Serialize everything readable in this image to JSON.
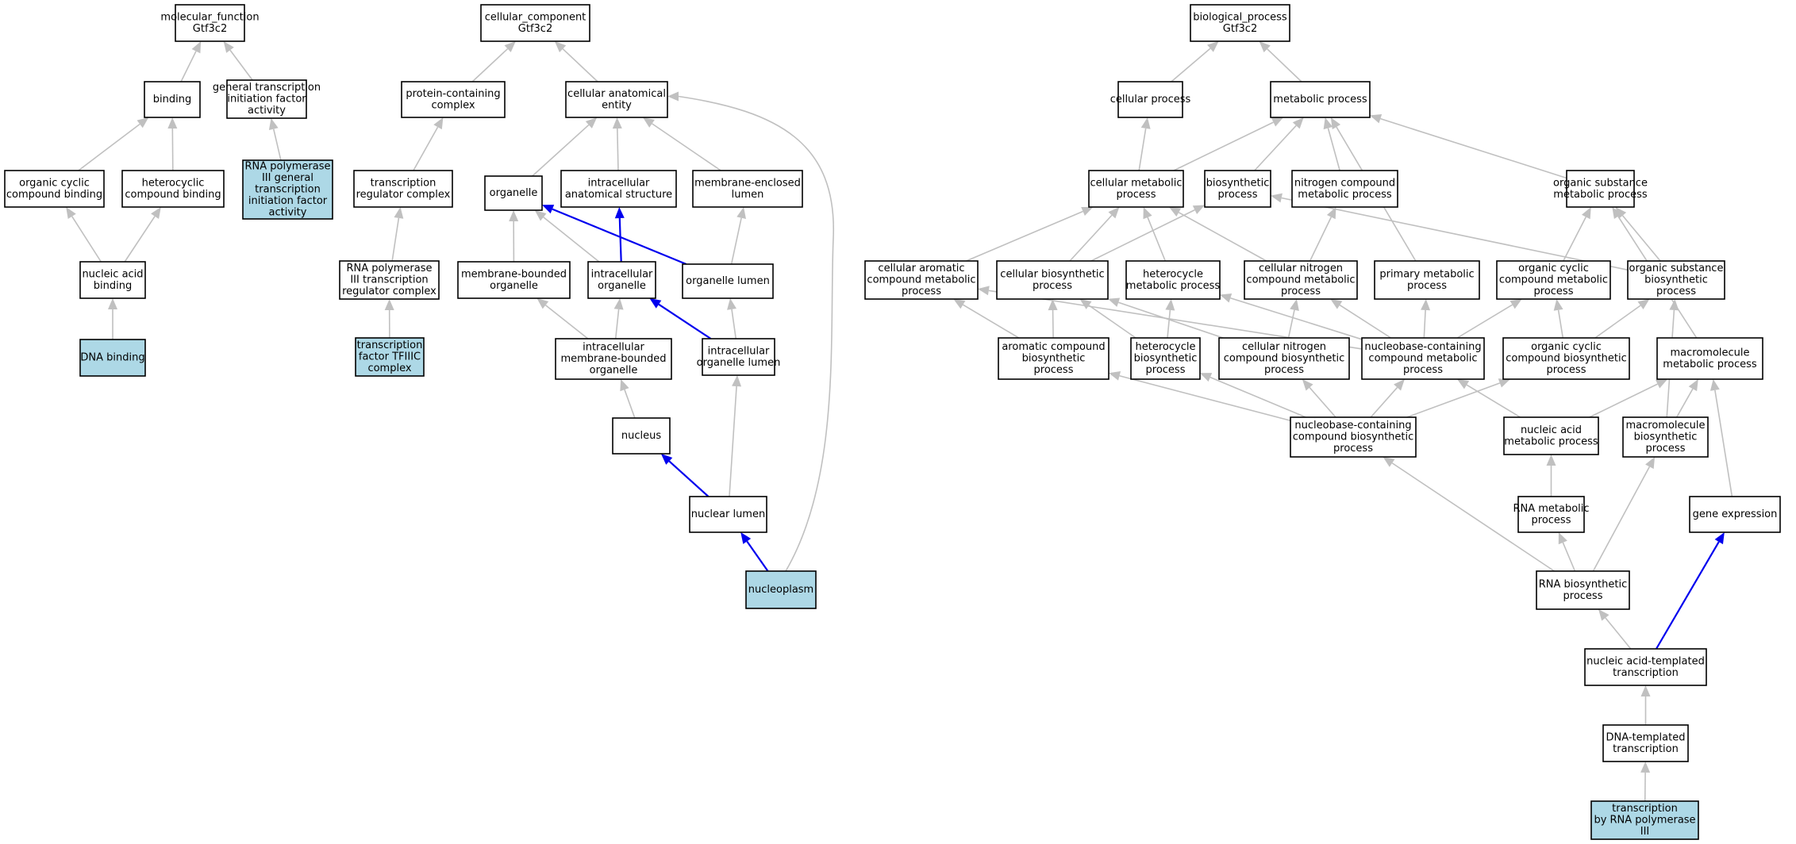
{
  "colors": {
    "node_border": "#000000",
    "node_fill": "#ffffff",
    "highlight_fill": "#add8e6",
    "edge": "#c0c0c0",
    "highlight_edge": "#0000ee"
  },
  "nodes": [
    {
      "id": "mf",
      "label": [
        "molecular_function",
        "Gtf3c2"
      ]
    },
    {
      "id": "binding",
      "label": [
        "binding"
      ]
    },
    {
      "id": "gtifa",
      "label": [
        "general transcription",
        "initiation factor",
        "activity"
      ]
    },
    {
      "id": "ocb",
      "label": [
        "organic cyclic",
        "compound binding"
      ]
    },
    {
      "id": "hcb",
      "label": [
        "heterocyclic",
        "compound binding"
      ]
    },
    {
      "id": "rnap3gtifa",
      "label": [
        "RNA polymerase",
        "III general",
        "transcription",
        "initiation factor",
        "activity"
      ],
      "highlight": true
    },
    {
      "id": "nab",
      "label": [
        "nucleic acid",
        "binding"
      ]
    },
    {
      "id": "dnab",
      "label": [
        "DNA binding"
      ],
      "highlight": true
    },
    {
      "id": "cc",
      "label": [
        "cellular_component",
        "Gtf3c2"
      ]
    },
    {
      "id": "pcc",
      "label": [
        "protein-containing",
        "complex"
      ]
    },
    {
      "id": "cae",
      "label": [
        "cellular anatomical",
        "entity"
      ]
    },
    {
      "id": "trc",
      "label": [
        "transcription",
        "regulator complex"
      ]
    },
    {
      "id": "organelle",
      "label": [
        "organelle"
      ]
    },
    {
      "id": "ias",
      "label": [
        "intracellular",
        "anatomical structure"
      ]
    },
    {
      "id": "mel",
      "label": [
        "membrane-enclosed",
        "lumen"
      ]
    },
    {
      "id": "rnap3trc",
      "label": [
        "RNA polymerase",
        "III transcription",
        "regulator complex"
      ]
    },
    {
      "id": "mbo",
      "label": [
        "membrane-bounded",
        "organelle"
      ]
    },
    {
      "id": "io",
      "label": [
        "intracellular",
        "organelle"
      ]
    },
    {
      "id": "ol",
      "label": [
        "organelle lumen"
      ]
    },
    {
      "id": "tf3c",
      "label": [
        "transcription",
        "factor TFIIIC",
        "complex"
      ],
      "highlight": true
    },
    {
      "id": "imbo",
      "label": [
        "intracellular",
        "membrane-bounded",
        "organelle"
      ]
    },
    {
      "id": "iol",
      "label": [
        "intracellular",
        "organelle lumen"
      ]
    },
    {
      "id": "nucleus",
      "label": [
        "nucleus"
      ]
    },
    {
      "id": "nl",
      "label": [
        "nuclear lumen"
      ]
    },
    {
      "id": "np",
      "label": [
        "nucleoplasm"
      ],
      "highlight": true
    },
    {
      "id": "bp",
      "label": [
        "biological_process",
        "Gtf3c2"
      ]
    },
    {
      "id": "cp",
      "label": [
        "cellular process"
      ]
    },
    {
      "id": "mp",
      "label": [
        "metabolic process"
      ]
    },
    {
      "id": "cmp",
      "label": [
        "cellular metabolic",
        "process"
      ]
    },
    {
      "id": "biosyn",
      "label": [
        "biosynthetic",
        "process"
      ]
    },
    {
      "id": "ncmp",
      "label": [
        "nitrogen compound",
        "metabolic process"
      ]
    },
    {
      "id": "osmp",
      "label": [
        "organic substance",
        "metabolic process"
      ]
    },
    {
      "id": "cacmp",
      "label": [
        "cellular aromatic",
        "compound metabolic",
        "process"
      ]
    },
    {
      "id": "cbp",
      "label": [
        "cellular biosynthetic",
        "process"
      ]
    },
    {
      "id": "hmp",
      "label": [
        "heterocycle",
        "metabolic process"
      ]
    },
    {
      "id": "cncmp",
      "label": [
        "cellular nitrogen",
        "compound metabolic",
        "process"
      ]
    },
    {
      "id": "pmp",
      "label": [
        "primary metabolic",
        "process"
      ]
    },
    {
      "id": "occmp",
      "label": [
        "organic cyclic",
        "compound metabolic",
        "process"
      ]
    },
    {
      "id": "osbp",
      "label": [
        "organic substance",
        "biosynthetic",
        "process"
      ]
    },
    {
      "id": "acbp",
      "label": [
        "aromatic compound",
        "biosynthetic",
        "process"
      ]
    },
    {
      "id": "hbp",
      "label": [
        "heterocycle",
        "biosynthetic",
        "process"
      ]
    },
    {
      "id": "cncbp",
      "label": [
        "cellular nitrogen",
        "compound biosynthetic",
        "process"
      ]
    },
    {
      "id": "nbccmp",
      "label": [
        "nucleobase-containing",
        "compound metabolic",
        "process"
      ]
    },
    {
      "id": "occbp",
      "label": [
        "organic cyclic",
        "compound biosynthetic",
        "process"
      ]
    },
    {
      "id": "mmp",
      "label": [
        "macromolecule",
        "metabolic process"
      ]
    },
    {
      "id": "nbccbp",
      "label": [
        "nucleobase-containing",
        "compound biosynthetic",
        "process"
      ]
    },
    {
      "id": "namp",
      "label": [
        "nucleic acid",
        "metabolic process"
      ]
    },
    {
      "id": "mbp",
      "label": [
        "macromolecule",
        "biosynthetic",
        "process"
      ]
    },
    {
      "id": "rnamp",
      "label": [
        "RNA metabolic",
        "process"
      ]
    },
    {
      "id": "ge",
      "label": [
        "gene expression"
      ]
    },
    {
      "id": "rnabp",
      "label": [
        "RNA biosynthetic",
        "process"
      ]
    },
    {
      "id": "natt",
      "label": [
        "nucleic acid-templated",
        "transcription"
      ]
    },
    {
      "id": "dtt",
      "label": [
        "DNA-templated",
        "transcription"
      ]
    },
    {
      "id": "trp3",
      "label": [
        "transcription",
        "by RNA polymerase",
        "III"
      ],
      "highlight": true
    }
  ],
  "edges": [
    {
      "from": "binding",
      "to": "mf"
    },
    {
      "from": "gtifa",
      "to": "mf"
    },
    {
      "from": "ocb",
      "to": "binding"
    },
    {
      "from": "hcb",
      "to": "binding"
    },
    {
      "from": "rnap3gtifa",
      "to": "gtifa"
    },
    {
      "from": "nab",
      "to": "ocb"
    },
    {
      "from": "nab",
      "to": "hcb"
    },
    {
      "from": "dnab",
      "to": "nab"
    },
    {
      "from": "pcc",
      "to": "cc"
    },
    {
      "from": "cae",
      "to": "cc"
    },
    {
      "from": "trc",
      "to": "pcc"
    },
    {
      "from": "organelle",
      "to": "cae"
    },
    {
      "from": "ias",
      "to": "cae"
    },
    {
      "from": "mel",
      "to": "cae"
    },
    {
      "from": "np",
      "to": "cae"
    },
    {
      "from": "rnap3trc",
      "to": "trc"
    },
    {
      "from": "mbo",
      "to": "organelle"
    },
    {
      "from": "io",
      "to": "organelle"
    },
    {
      "from": "ol",
      "to": "organelle",
      "highlight": true
    },
    {
      "from": "io",
      "to": "ias",
      "highlight": true
    },
    {
      "from": "ol",
      "to": "mel"
    },
    {
      "from": "tf3c",
      "to": "rnap3trc"
    },
    {
      "from": "imbo",
      "to": "mbo"
    },
    {
      "from": "imbo",
      "to": "io"
    },
    {
      "from": "iol",
      "to": "io",
      "highlight": true
    },
    {
      "from": "iol",
      "to": "ol"
    },
    {
      "from": "nucleus",
      "to": "imbo"
    },
    {
      "from": "nl",
      "to": "iol"
    },
    {
      "from": "nl",
      "to": "nucleus",
      "highlight": true
    },
    {
      "from": "np",
      "to": "nl",
      "highlight": true
    },
    {
      "from": "cp",
      "to": "bp"
    },
    {
      "from": "mp",
      "to": "bp"
    },
    {
      "from": "cmp",
      "to": "cp"
    },
    {
      "from": "cmp",
      "to": "mp"
    },
    {
      "from": "biosyn",
      "to": "mp"
    },
    {
      "from": "ncmp",
      "to": "mp"
    },
    {
      "from": "osmp",
      "to": "mp"
    },
    {
      "from": "pmp",
      "to": "mp"
    },
    {
      "from": "cacmp",
      "to": "cmp"
    },
    {
      "from": "cbp",
      "to": "cmp"
    },
    {
      "from": "hmp",
      "to": "cmp"
    },
    {
      "from": "cncmp",
      "to": "cmp"
    },
    {
      "from": "cbp",
      "to": "biosyn"
    },
    {
      "from": "osbp",
      "to": "biosyn"
    },
    {
      "from": "cncmp",
      "to": "ncmp"
    },
    {
      "from": "occmp",
      "to": "osmp"
    },
    {
      "from": "osbp",
      "to": "osmp"
    },
    {
      "from": "mmp",
      "to": "osmp"
    },
    {
      "from": "acbp",
      "to": "cacmp"
    },
    {
      "from": "nbccmp",
      "to": "cacmp"
    },
    {
      "from": "acbp",
      "to": "cbp"
    },
    {
      "from": "hbp",
      "to": "cbp"
    },
    {
      "from": "cncbp",
      "to": "cbp"
    },
    {
      "from": "hbp",
      "to": "hmp"
    },
    {
      "from": "nbccmp",
      "to": "hmp"
    },
    {
      "from": "cncbp",
      "to": "cncmp"
    },
    {
      "from": "nbccmp",
      "to": "cncmp"
    },
    {
      "from": "nbccmp",
      "to": "pmp"
    },
    {
      "from": "nbccmp",
      "to": "occmp"
    },
    {
      "from": "occbp",
      "to": "occmp"
    },
    {
      "from": "occbp",
      "to": "osbp"
    },
    {
      "from": "mbp",
      "to": "osbp"
    },
    {
      "from": "nbccbp",
      "to": "acbp"
    },
    {
      "from": "nbccbp",
      "to": "hbp"
    },
    {
      "from": "nbccbp",
      "to": "cncbp"
    },
    {
      "from": "nbccbp",
      "to": "nbccmp"
    },
    {
      "from": "nbccbp",
      "to": "occbp"
    },
    {
      "from": "namp",
      "to": "nbccmp"
    },
    {
      "from": "namp",
      "to": "mmp"
    },
    {
      "from": "mbp",
      "to": "mmp"
    },
    {
      "from": "ge",
      "to": "mmp"
    },
    {
      "from": "rnamp",
      "to": "namp"
    },
    {
      "from": "rnabp",
      "to": "nbccbp"
    },
    {
      "from": "rnabp",
      "to": "rnamp"
    },
    {
      "from": "rnabp",
      "to": "mbp"
    },
    {
      "from": "natt",
      "to": "rnabp"
    },
    {
      "from": "natt",
      "to": "ge",
      "highlight": true
    },
    {
      "from": "dtt",
      "to": "natt"
    },
    {
      "from": "trp3",
      "to": "dtt"
    }
  ]
}
